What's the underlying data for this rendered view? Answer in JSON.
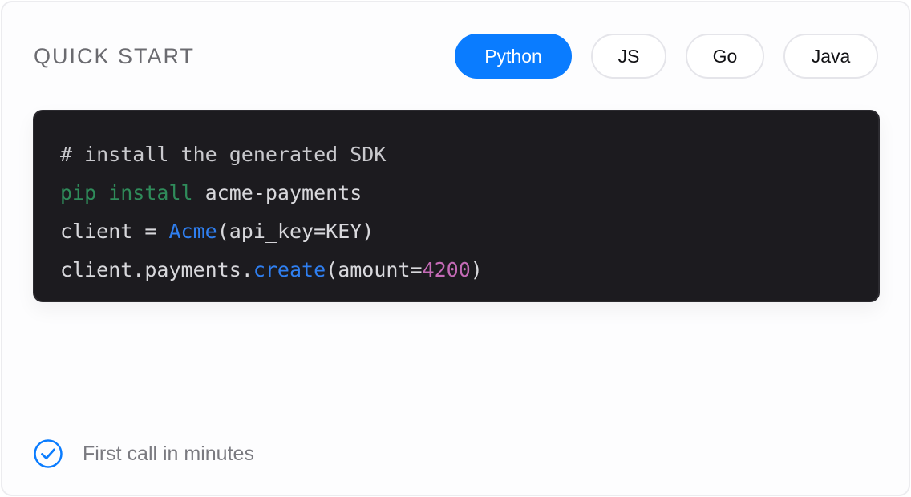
{
  "header": {
    "title": "QUICK START"
  },
  "tabs": [
    {
      "label": "Python",
      "active": true
    },
    {
      "label": "JS",
      "active": false
    },
    {
      "label": "Go",
      "active": false
    },
    {
      "label": "Java",
      "active": false
    }
  ],
  "code": {
    "lines": [
      [
        {
          "text": "# install the generated SDK",
          "kind": "comment"
        }
      ],
      [
        {
          "text": "pip install",
          "kind": "green"
        },
        {
          "text": " acme-payments",
          "kind": "plain"
        }
      ],
      [
        {
          "text": "client = ",
          "kind": "plain"
        },
        {
          "text": "Acme",
          "kind": "blue"
        },
        {
          "text": "(api_key=KEY)",
          "kind": "plain"
        }
      ],
      [
        {
          "text": "client.payments.",
          "kind": "plain"
        },
        {
          "text": "create",
          "kind": "blue"
        },
        {
          "text": "(amount=",
          "kind": "plain"
        },
        {
          "text": "4200",
          "kind": "num"
        },
        {
          "text": ")",
          "kind": "plain"
        }
      ]
    ]
  },
  "footer": {
    "icon": "check-circle-icon",
    "text": "First call in minutes"
  },
  "colors": {
    "accent": "#0a7cff",
    "code_bg": "#1c1b1f",
    "keyword_green": "#2f8b5a",
    "function_blue": "#2f7ff0",
    "number_pink": "#c46ab6"
  }
}
